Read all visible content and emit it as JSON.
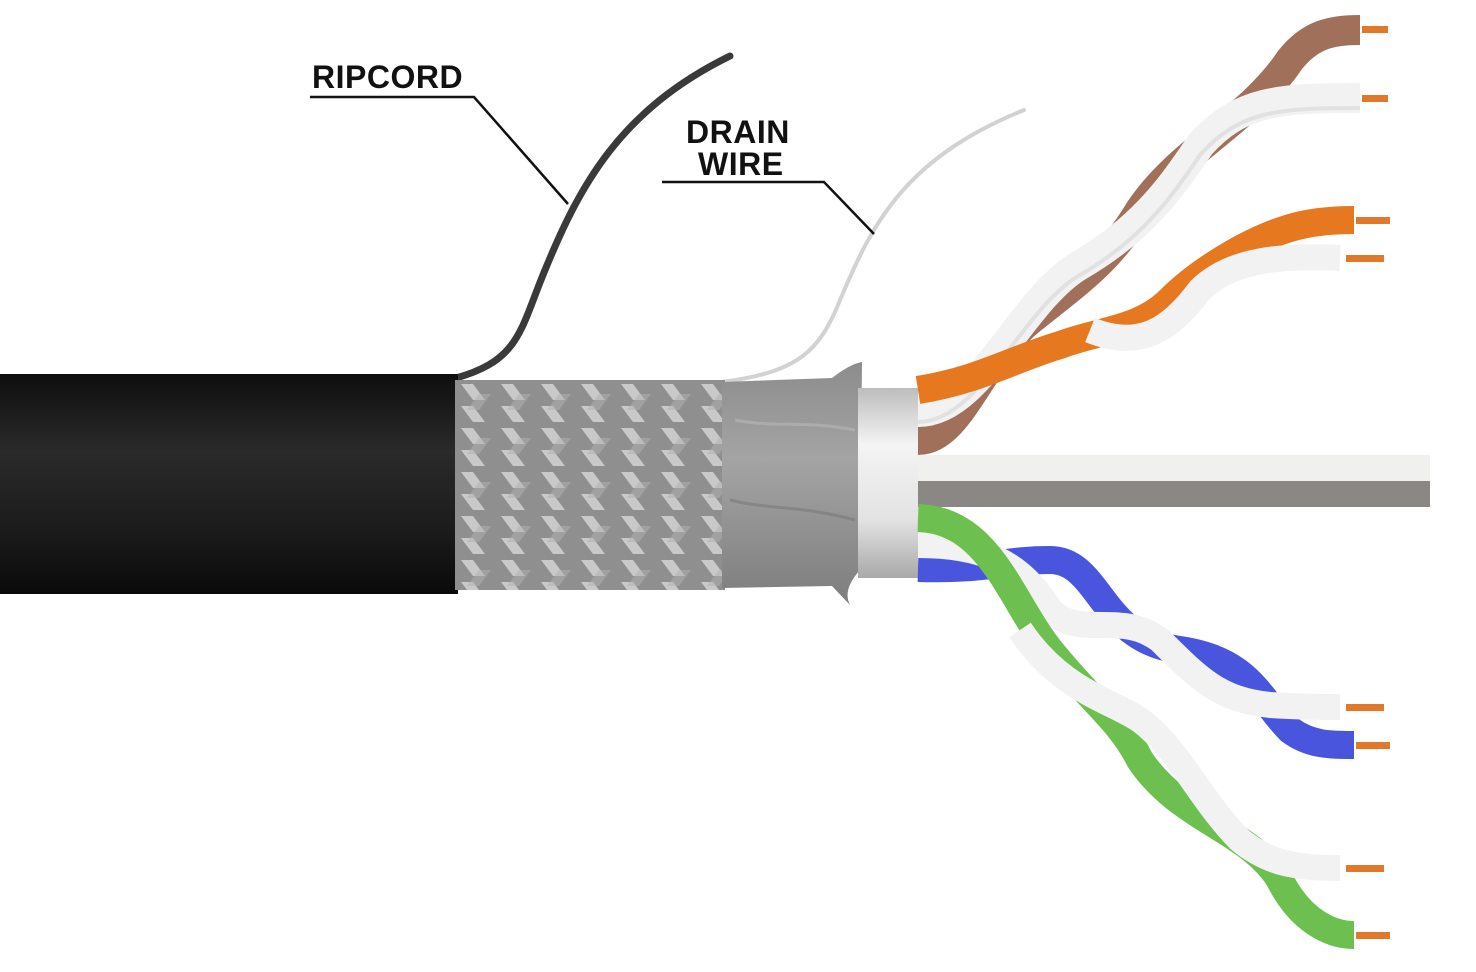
{
  "labels": {
    "ripcord": "RIPCORD",
    "drain_line1": "DRAIN",
    "drain_line2": "WIRE"
  },
  "colors": {
    "jacket": "#1f1f1f",
    "braid": "#8f8f8f",
    "braid_strand": "#c9c9c9",
    "foil": "#9a9a9a",
    "inner_sleeve": "#e6e6e6",
    "filler_light": "#f0f0ee",
    "filler_dark": "#8a8784",
    "ripcord": "#3a3a3a",
    "drain_wire": "#cfcfcf",
    "copper": "#e07a2a",
    "white_wire": "#f2f2f2",
    "brown": "#a0705a",
    "orange": "#e6781f",
    "blue": "#4a55dd",
    "green": "#6dc050"
  },
  "pairs": [
    {
      "name": "brown-pair",
      "color": "brown"
    },
    {
      "name": "orange-pair",
      "color": "orange"
    },
    {
      "name": "blue-pair",
      "color": "blue"
    },
    {
      "name": "green-pair",
      "color": "green"
    }
  ]
}
